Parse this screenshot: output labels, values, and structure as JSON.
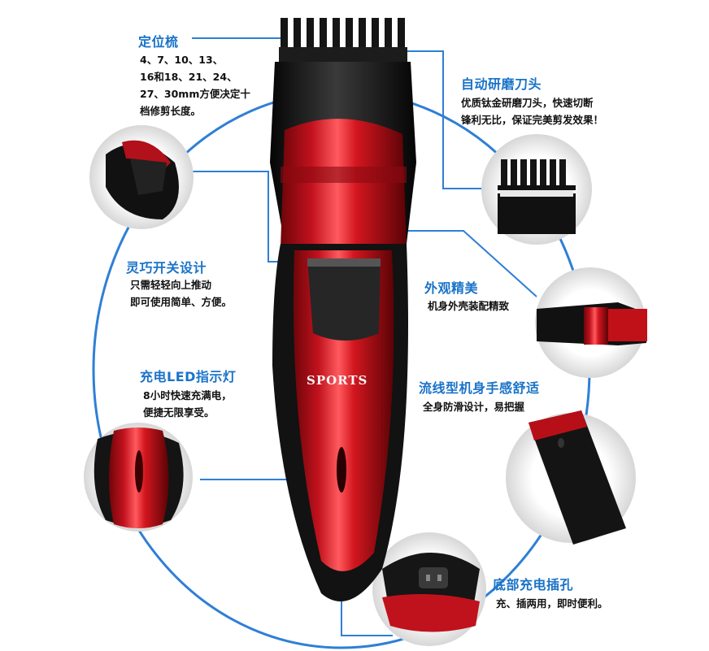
{
  "product_brand": "SPORTS",
  "features": {
    "comb": {
      "title": "定位梳",
      "lines": [
        "4、7、10、13、",
        "16和18、21、24、",
        "27、30mm方便决定十",
        "档修剪长度。"
      ]
    },
    "blade": {
      "title": "自动研磨刀头",
      "lines": [
        "优质钛金研磨刀头，快速切断",
        "锋利无比，保证完美剪发效果！"
      ]
    },
    "switch": {
      "title": "灵巧开关设计",
      "lines": [
        "只需轻轻向上推动",
        "即可使用简单、方便。"
      ]
    },
    "appearance": {
      "title": "外观精美",
      "lines": [
        "机身外壳装配精致"
      ]
    },
    "led": {
      "title": "充电LED指示灯",
      "lines": [
        "8小时快速充满电，",
        "便捷无限享受。"
      ]
    },
    "body": {
      "title": "流线型机身手感舒适",
      "lines": [
        "全身防滑设计，易把握"
      ]
    },
    "port": {
      "title": "底部充电插孔",
      "lines": [
        "充、插两用，即时便利。"
      ]
    }
  },
  "colors": {
    "accent_blue": "#1a73c8",
    "body_red": "#c2121e",
    "body_black": "#151515"
  }
}
